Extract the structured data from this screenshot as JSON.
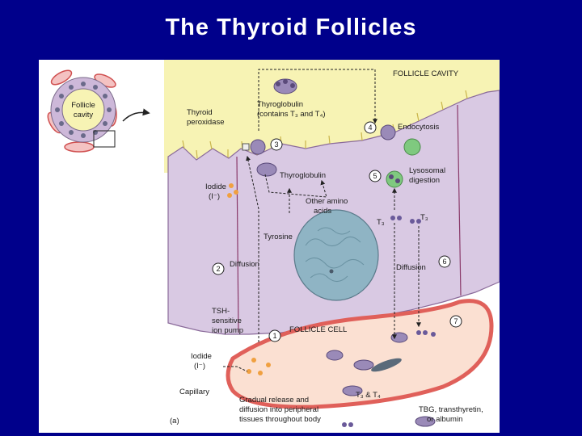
{
  "slide": {
    "title": "The Thyroid Follicles"
  },
  "inset": {
    "label_line1": "Follicle",
    "label_line2": "cavity"
  },
  "diagram": {
    "follicle_cavity": "FOLLICLE CAVITY",
    "follicle_cell": "FOLLICLE CELL",
    "thyroid_peroxidase_line1": "Thyroid",
    "thyroid_peroxidase_line2": "peroxidase",
    "thyroglobulin_top_line1": "Thyroglobulin",
    "thyroglobulin_top_line2": "(contains T₃ and T₄)",
    "thyroglobulin_mid": "Thyroglobulin",
    "endocytosis": "Endocytosis",
    "lysosomal_line1": "Lysosomal",
    "lysosomal_line2": "digestion",
    "iodide_cell_line1": "Iodide",
    "iodide_cell_line2": "(I⁻)",
    "other_amino_line1": "Other amino",
    "other_amino_line2": "acids",
    "t3_left": "T₃",
    "t3_right": "T₃",
    "tyrosine": "Tyrosine",
    "diffusion_left": "Diffusion",
    "diffusion_right": "Diffusion",
    "tsh_line1": "TSH-",
    "tsh_line2": "sensitive",
    "tsh_line3": "ion pump",
    "iodide_cap_line1": "Iodide",
    "iodide_cap_line2": "(I⁻)",
    "capillary": "Capillary",
    "gradual_line1": "Gradual release and",
    "gradual_line2": "diffusion into peripheral",
    "gradual_line3": "tissues throughout body",
    "t3_t4": "T₃ & T₄",
    "tbg_line1": "TBG, transthyretin,",
    "tbg_line2": "or albumin",
    "panel_letter": "(a)",
    "steps": [
      "1",
      "2",
      "3",
      "4",
      "5",
      "6",
      "7"
    ]
  },
  "colors": {
    "background": "#00008b",
    "cavity": "#f7f3b4",
    "cytoplasm": "#d9c9e3",
    "nucleus": "#8fb4c4",
    "capillary_fill": "#fbe0d2",
    "capillary_wall": "#e0605a",
    "iodide": "#f0a040",
    "hormone": "#6a5a9a",
    "lysosome": "#7fc97f"
  }
}
